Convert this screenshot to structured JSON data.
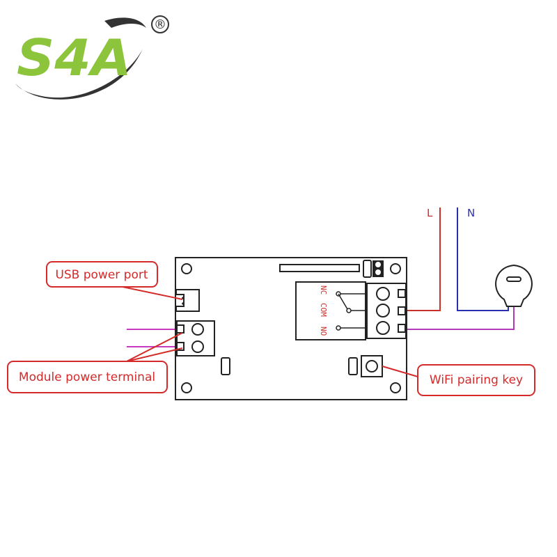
{
  "logo": {
    "text": "S4A",
    "registered_mark": "®",
    "colors": {
      "green": "#8cc43c",
      "dark": "#333333"
    }
  },
  "wires": {
    "live_label": "L",
    "neutral_label": "N",
    "colors": {
      "live": "#c8302a",
      "neutral": "#2a2fb0",
      "load": "#b03ab8",
      "input": "#c83ac0"
    }
  },
  "relay": {
    "contacts": {
      "nc": "NC",
      "com": "COM",
      "no": "NO"
    },
    "text_color": "#c8302a"
  },
  "callouts": {
    "usb_power_port": "USB power port",
    "module_power_terminal": "Module power terminal",
    "wifi_pairing_key": "WiFi pairing key",
    "color": "#d42a2a"
  },
  "load": {
    "icon": "light-bulb-icon"
  }
}
